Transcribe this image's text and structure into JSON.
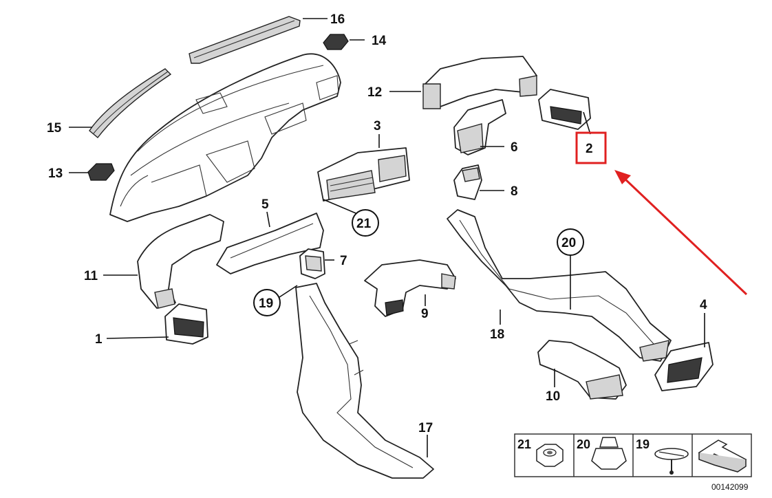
{
  "callouts": {
    "c1": "1",
    "c2": "2",
    "c3": "3",
    "c4": "4",
    "c5": "5",
    "c6": "6",
    "c7": "7",
    "c8": "8",
    "c9": "9",
    "c10": "10",
    "c11": "11",
    "c12": "12",
    "c13": "13",
    "c14": "14",
    "c15": "15",
    "c16": "16",
    "c17": "17",
    "c18": "18"
  },
  "circled": {
    "c19": "19",
    "c20": "20",
    "c21": "21"
  },
  "legend": {
    "n21": "21",
    "n20": "20",
    "n19": "19"
  },
  "diagram_code": "00142099",
  "highlight_color": "#e02020"
}
